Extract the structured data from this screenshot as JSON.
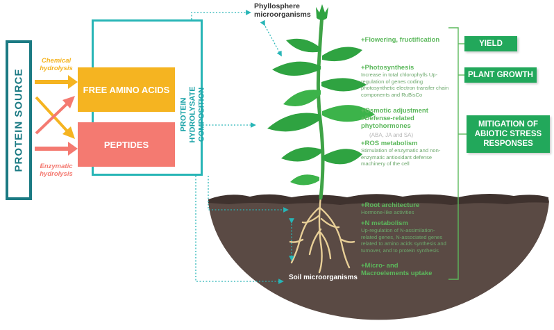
{
  "protein_source": "PROTEIN SOURCE",
  "chemical_hydrolysis": "Chemical hydrolysis",
  "enzymatic_hydrolysis": "Enzymatic hydrolysis",
  "free_amino_acids": "FREE AMINO ACIDS",
  "peptides": "PEPTIDES",
  "composition_label": "PROTEIN HYDROLYSATE COMPOSITION",
  "phyllosphere": "Phyllosphere microorganisms",
  "soil_microorganisms": "Soil microorganisms",
  "effects": {
    "flowering": "+Flowering, fructification",
    "photosynthesis": "+Photosynthesis",
    "photosynthesis_desc": "Increase in total chlorophylls Up-regulation of genes coding photosynthetic electron transfer chain components and RuBisCo",
    "osmotic": "+Osmotic adjustment",
    "defense": "+Defense-related phytohormones",
    "defense_desc": "(ABA, JA and SA)",
    "ros": "+ROS metabolism",
    "ros_desc": "Stimulation of enzymatic and non-enzymatic antioxidant defense machinery of the cell",
    "root": "+Root architecture",
    "root_desc": "Hormone-like activities",
    "nmeta": "+N metabolism",
    "nmeta_desc": "Up-regulation of N-assimilation-related genes, N-associated genes related to amino acids synthesis and turnover, and to protein synthesis",
    "micro": "+Micro- and Macroelements uptake"
  },
  "outcomes": {
    "yield": "YIELD",
    "growth": "PLANT GROWTH",
    "mitigation": "MITIGATION OF ABIOTIC STRESS RESPONSES"
  },
  "colors": {
    "teal_dark": "#1b7a83",
    "teal": "#27b5b6",
    "amino_acids": "#f5b421",
    "peptides": "#f47a71",
    "green_text": "#5cb85c",
    "badge_green": "#22a85b",
    "soil": "#5a4a44"
  }
}
